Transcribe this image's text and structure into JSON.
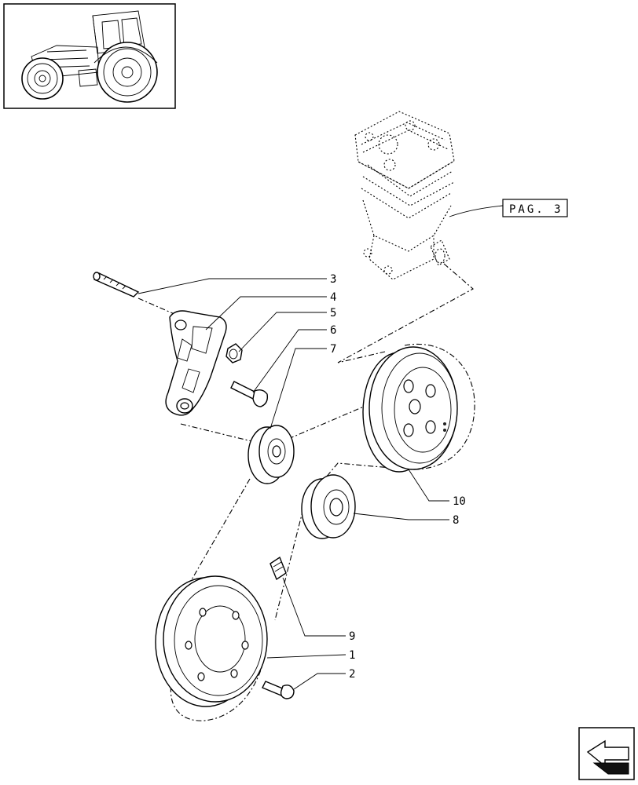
{
  "reference_box": {
    "label": "PAG. 3"
  },
  "callouts": [
    {
      "number": "3"
    },
    {
      "number": "4"
    },
    {
      "number": "5"
    },
    {
      "number": "6"
    },
    {
      "number": "7"
    },
    {
      "number": "10"
    },
    {
      "number": "8"
    },
    {
      "number": "9"
    },
    {
      "number": "1"
    },
    {
      "number": "2"
    }
  ],
  "icons": {
    "thumbnail": "tractor-thumbnail-icon",
    "navigation": "next-page-arrow-icon"
  }
}
